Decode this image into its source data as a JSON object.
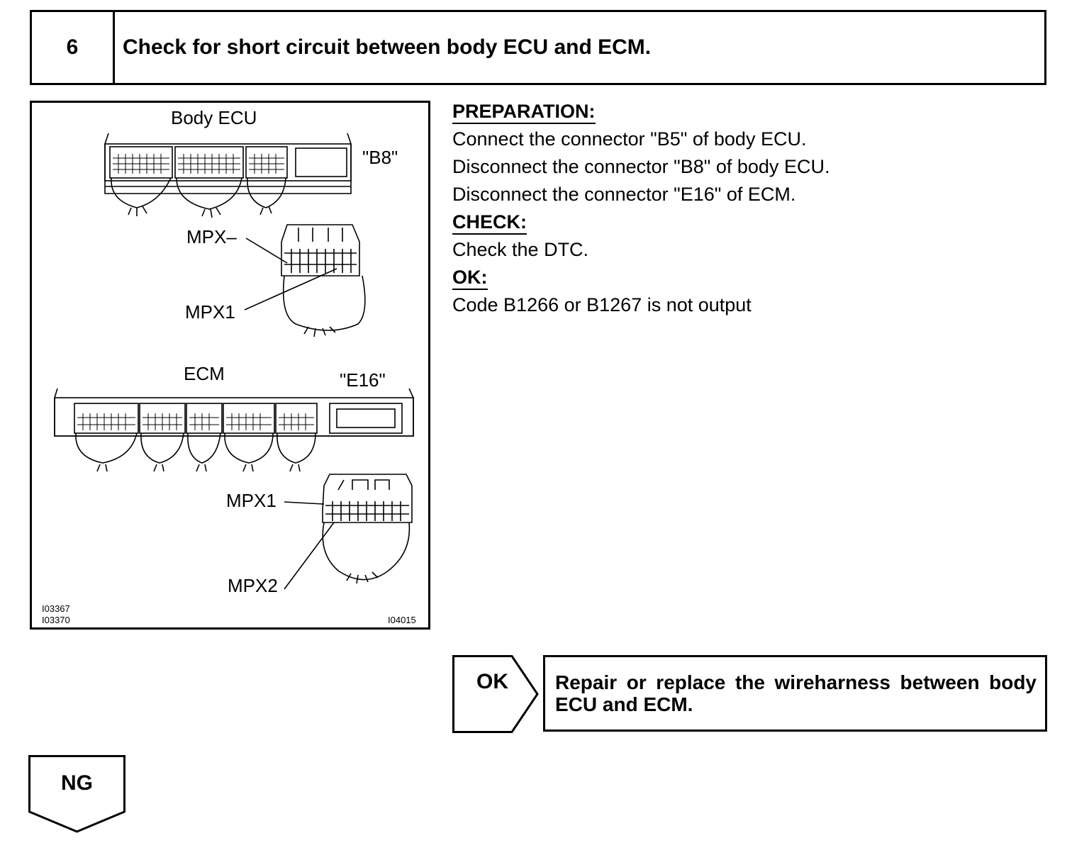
{
  "step": {
    "number": "6",
    "title": "Check for short circuit between body ECU and ECM."
  },
  "figure": {
    "body_ecu_label": "Body ECU",
    "b8_label": "\"B8\"",
    "mpx_minus_label": "MPX–",
    "mpx1_upper_label": "MPX1",
    "ecm_label": "ECM",
    "e16_label": "\"E16\"",
    "mpx1_lower_label": "MPX1",
    "mpx2_label": "MPX2",
    "code_1": "I03367",
    "code_2": "I03370",
    "code_3": "I04015"
  },
  "instructions": {
    "preparation_heading": "PREPARATION:",
    "preparation_lines": [
      "Connect the connector \"B5\" of body ECU.",
      "Disconnect the connector \"B8\" of body ECU.",
      "Disconnect the connector \"E16\" of ECM."
    ],
    "check_heading": "CHECK:",
    "check_line": "Check the DTC.",
    "ok_heading": "OK:",
    "ok_line": "Code B1266 or B1267 is not output"
  },
  "result_ok": {
    "label": "OK",
    "action": "Repair or replace the wireharness between body ECU and ECM."
  },
  "result_ng": {
    "label": "NG"
  }
}
